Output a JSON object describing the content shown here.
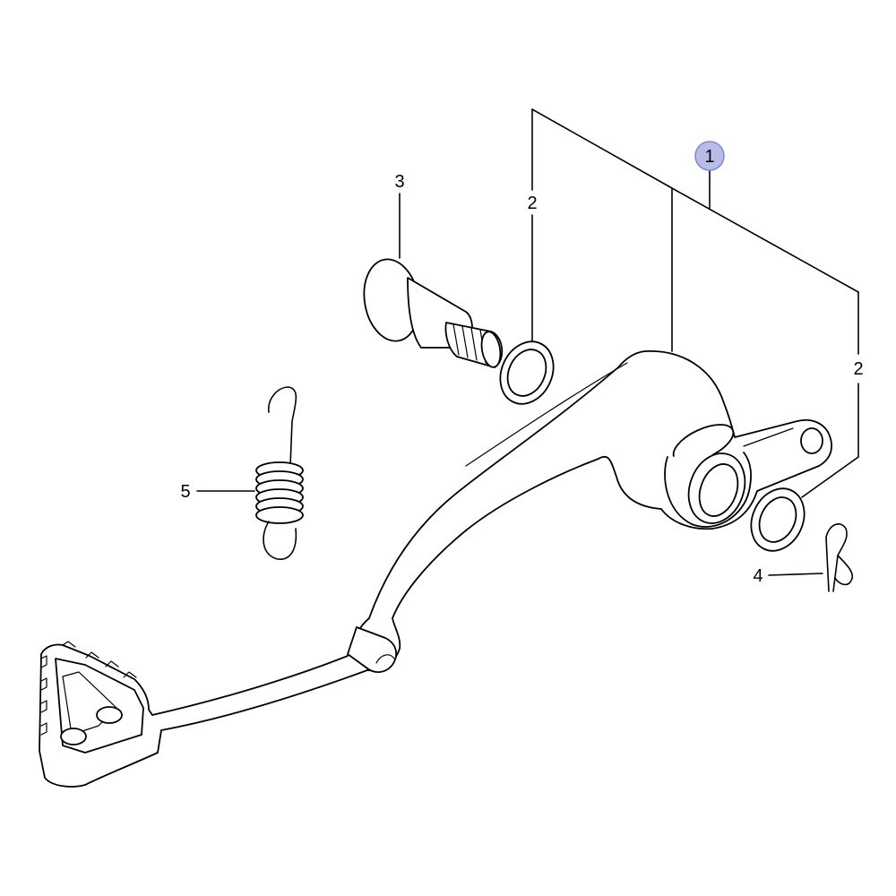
{
  "labels": {
    "part_1": "1",
    "part_2_left": "2",
    "part_2_right": "2",
    "part_3": "3",
    "part_4": "4",
    "part_5": "5"
  },
  "colors": {
    "line": "#000000",
    "background": "#ffffff",
    "highlight_fill": "#b8bde8",
    "highlight_stroke": "#7f88d6"
  }
}
